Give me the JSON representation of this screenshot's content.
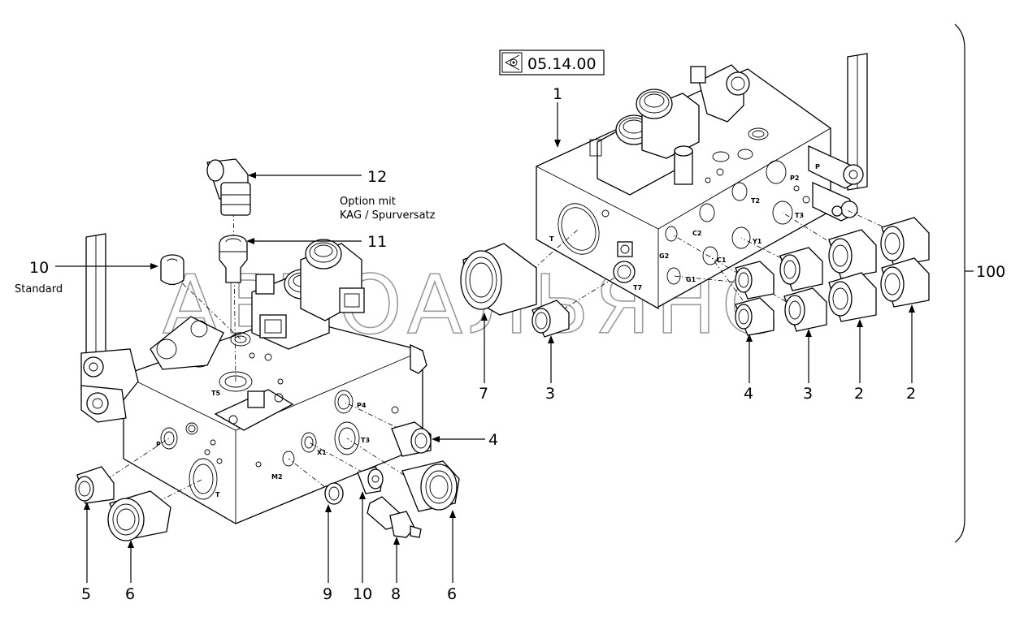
{
  "reference": {
    "text": "05.14.00",
    "icon": "eye-icon"
  },
  "watermark": "АВТОАЛЬЯНС",
  "notes": {
    "option": [
      "Option mit",
      "KAG / Spurversatz"
    ],
    "standard": "Standard"
  },
  "assembly_number": "100",
  "callouts": {
    "c1": "1",
    "c12": "12",
    "c11": "11",
    "c10_left": "10",
    "c7": "7",
    "c3a": "3",
    "c4r": "4",
    "c3b": "3",
    "c2a": "2",
    "c2b": "2",
    "c4l": "4",
    "c5": "5",
    "c6a": "6",
    "c9": "9",
    "c10b": "10",
    "c8": "8",
    "c6b": "6"
  },
  "port_labels": {
    "right_block": [
      "P",
      "P2",
      "T3",
      "T2",
      "C2",
      "Y1",
      "G2",
      "C1",
      "G1",
      "T7",
      "T"
    ],
    "left_block": [
      "T5",
      "P4",
      "X1",
      "T3",
      "M2",
      "P",
      "T"
    ]
  }
}
